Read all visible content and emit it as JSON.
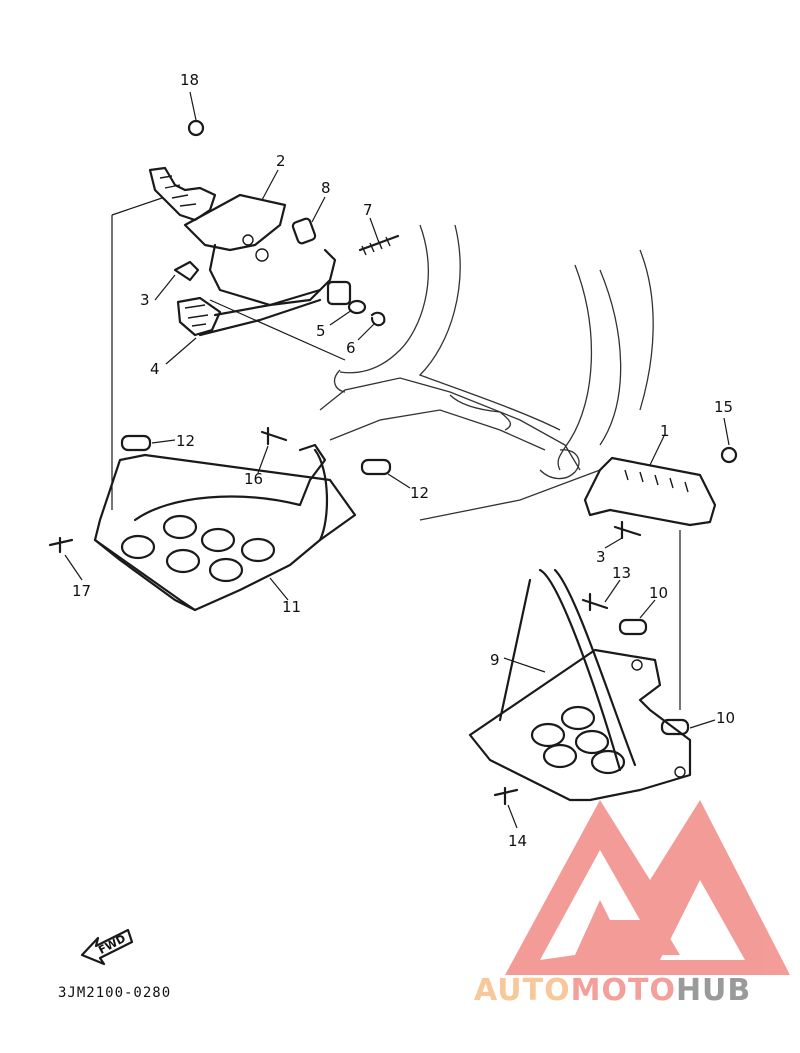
{
  "diagram": {
    "drawing_code": "3JM2100-0280",
    "fwd_label": "FWD",
    "callouts": [
      {
        "id": "c18",
        "text": "18"
      },
      {
        "id": "c2",
        "text": "2"
      },
      {
        "id": "c8",
        "text": "8"
      },
      {
        "id": "c7",
        "text": "7"
      },
      {
        "id": "c3a",
        "text": "3"
      },
      {
        "id": "c5",
        "text": "5"
      },
      {
        "id": "c6",
        "text": "6"
      },
      {
        "id": "c4",
        "text": "4"
      },
      {
        "id": "c12a",
        "text": "12"
      },
      {
        "id": "c16",
        "text": "16"
      },
      {
        "id": "c12b",
        "text": "12"
      },
      {
        "id": "c17",
        "text": "17"
      },
      {
        "id": "c11",
        "text": "11"
      },
      {
        "id": "c15",
        "text": "15"
      },
      {
        "id": "c1",
        "text": "1"
      },
      {
        "id": "c3b",
        "text": "3"
      },
      {
        "id": "c13",
        "text": "13"
      },
      {
        "id": "c10a",
        "text": "10"
      },
      {
        "id": "c9",
        "text": "9"
      },
      {
        "id": "c10b",
        "text": "10"
      },
      {
        "id": "c14",
        "text": "14"
      }
    ]
  },
  "watermark": {
    "part1": "AUTO",
    "part2": "MOTO",
    "part3": "HUB",
    "colors": {
      "auto": "#f7c89a",
      "moto": "#f4a09a",
      "hub": "#9a9a9a",
      "logo": "#f28b86"
    }
  }
}
